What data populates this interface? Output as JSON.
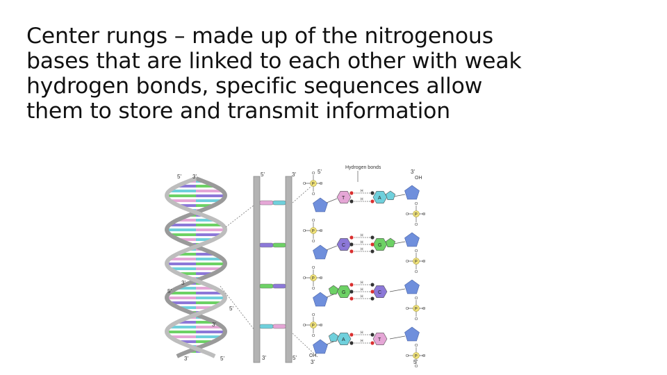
{
  "slide": {
    "lines": [
      "Center rungs – made up of the nitrogenous",
      "bases that are linked to each other with weak",
      "hydrogen bonds, specific sequences allow",
      "them to store and transmit information"
    ]
  },
  "figure": {
    "bond_label": "Hydrogen bonds",
    "helix_labels": {
      "top_left": "5'",
      "top_right": "3'",
      "bottom_left": "3'",
      "bottom_right": "5'",
      "mid_a": "3'",
      "mid_b": "5'",
      "mid_c": "5'",
      "mid_d": "3'"
    },
    "ladder_labels": {
      "top_left": "5'",
      "top_right": "3'",
      "bottom_left": "3'",
      "bottom_right": "5'"
    },
    "chem_labels": {
      "top_left": "5'",
      "top_right": "3'",
      "top_oh": "OH",
      "bottom_oh": "OH",
      "bottom_left": "3'",
      "bottom_right": "5'"
    },
    "phosphate_symbol": "P",
    "oxygen_symbol": "O",
    "hydrogen_symbol": "H",
    "base_pairs": [
      {
        "left": "T",
        "right": "A"
      },
      {
        "left": "C",
        "right": "G"
      },
      {
        "left": "G",
        "right": "C"
      },
      {
        "left": "A",
        "right": "T"
      }
    ],
    "colors": {
      "A": "#6fd0dc",
      "T": "#e5a6d6",
      "G": "#6dd165",
      "C": "#8c78d8",
      "sugar": "#6f8fdc",
      "phosphate": "#f0e27a",
      "strand": "#b9b9b9"
    }
  }
}
